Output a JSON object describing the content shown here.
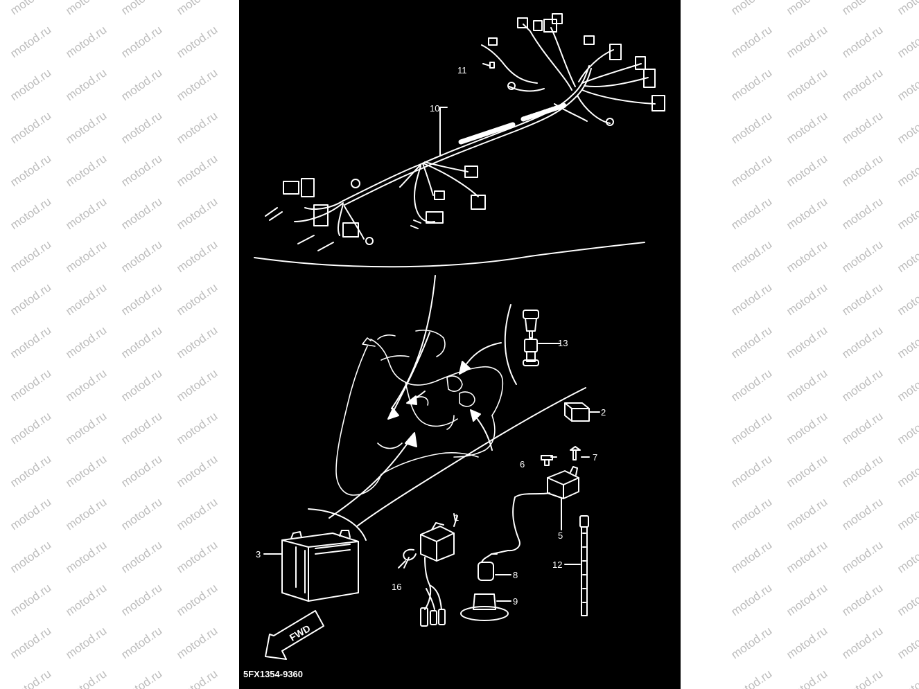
{
  "watermark": {
    "text": "motod.ru"
  },
  "diagram": {
    "part_code": "5FX1354-9360",
    "fwd_label": "FWD",
    "callouts": [
      {
        "id": "1",
        "label": "1"
      },
      {
        "id": "2",
        "label": "2"
      },
      {
        "id": "3",
        "label": "3"
      },
      {
        "id": "5",
        "label": "5"
      },
      {
        "id": "6",
        "label": "6"
      },
      {
        "id": "7",
        "label": "7"
      },
      {
        "id": "8",
        "label": "8"
      },
      {
        "id": "9",
        "label": "9"
      },
      {
        "id": "10",
        "label": "10"
      },
      {
        "id": "11",
        "label": "11"
      },
      {
        "id": "12",
        "label": "12"
      },
      {
        "id": "13",
        "label": "13"
      },
      {
        "id": "16",
        "label": "16"
      }
    ]
  },
  "colors": {
    "panel_bg": "#000000",
    "ink": "#ffffff",
    "page_bg": "#ffffff",
    "watermark": "#bdbdbd"
  }
}
